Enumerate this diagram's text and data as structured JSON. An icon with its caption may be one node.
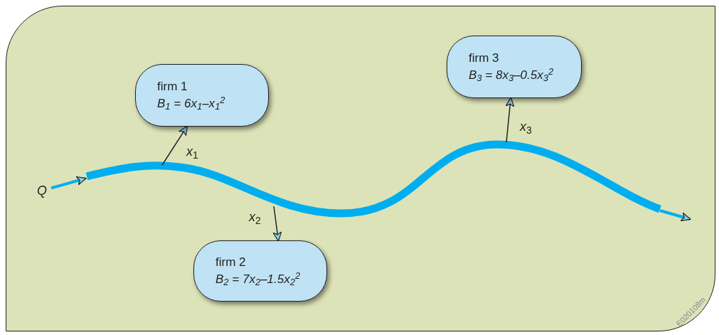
{
  "diagram": {
    "nodes": [
      {
        "text": [
          "*Q*"
        ]
      },
      {
        "text": [],
        "shape": "band"
      },
      {
        "text": [
          "firm 1",
          "B$_{1}$ = 6x$_{1}$–x$_{1}$$^{2}$"
        ]
      },
      {
        "text": [
          "firm 2",
          "B$_{2}$ = 7x$_{2}$–1.5x$_{2}$$^{2}$"
        ]
      },
      {
        "text": [
          "firm 3",
          "B$_{3}$ = 8x$_{3}$–0.5x$_{3}$$^{2}$"
        ]
      }
    ],
    "edges": [
      {
        "from": 0,
        "to": 1,
        "arrow": "to",
        "style": "thick",
        "color": "#00aeef"
      },
      {
        "from": 1,
        "to": 2,
        "arrow": "to",
        "label": "*x*$_{1}$"
      },
      {
        "from": 1,
        "to": 3,
        "arrow": "to",
        "label": "*x*$_{2}$"
      },
      {
        "from": 1,
        "to": 4,
        "arrow": "to",
        "label": "*x*$_{3}$"
      },
      {
        "from": 1,
        "to": null,
        "arrow": "to",
        "style": "thick",
        "color": "#00aeef"
      }
    ],
    "labels": [
      "E020108m"
    ]
  }
}
